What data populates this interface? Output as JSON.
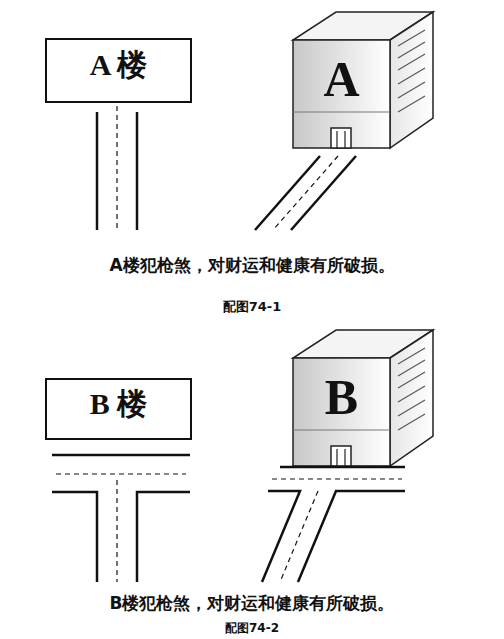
{
  "diagram": {
    "nodes": [
      {
        "text": [
          "A 楼"
        ]
      },
      {
        "text": [
          "A"
        ]
      },
      {
        "text": [
          "B 楼"
        ]
      },
      {
        "text": [
          "B"
        ]
      }
    ],
    "labels": [
      "A楼犯枪煞，对财运和健康有所破损。",
      "配图74-1",
      "B楼犯枪煞，对财运和健康有所破损。",
      "配图74-2"
    ]
  }
}
